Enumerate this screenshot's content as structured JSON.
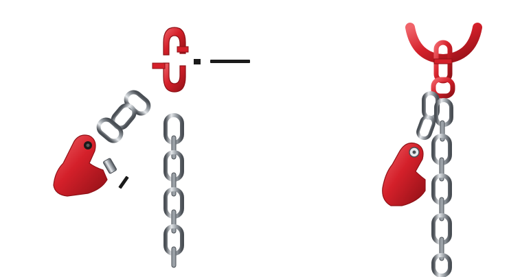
{
  "image": {
    "left_panel": {
      "subject": "exploded-chain-assembly",
      "parts": [
        "connecting-link-halves",
        "connecting-link-pin",
        "chain-segment-short",
        "chain-segment-long",
        "grab-hook",
        "hook-pin-and-bushing"
      ]
    },
    "right_panel": {
      "subject": "assembled-chain-sling",
      "parts": [
        "master-ring",
        "connecting-link",
        "grab-hook",
        "chain"
      ]
    }
  },
  "colors": {
    "hardware_red": "#d4202a",
    "hardware_red_dark": "#8e1016",
    "hardware_red_light": "#f0646a",
    "chain_steel": "#9aa0a6",
    "chain_steel_dark": "#4a4f55",
    "chain_steel_light": "#e6e9ec",
    "pin_black": "#1a1a1a",
    "background": "#ffffff"
  }
}
